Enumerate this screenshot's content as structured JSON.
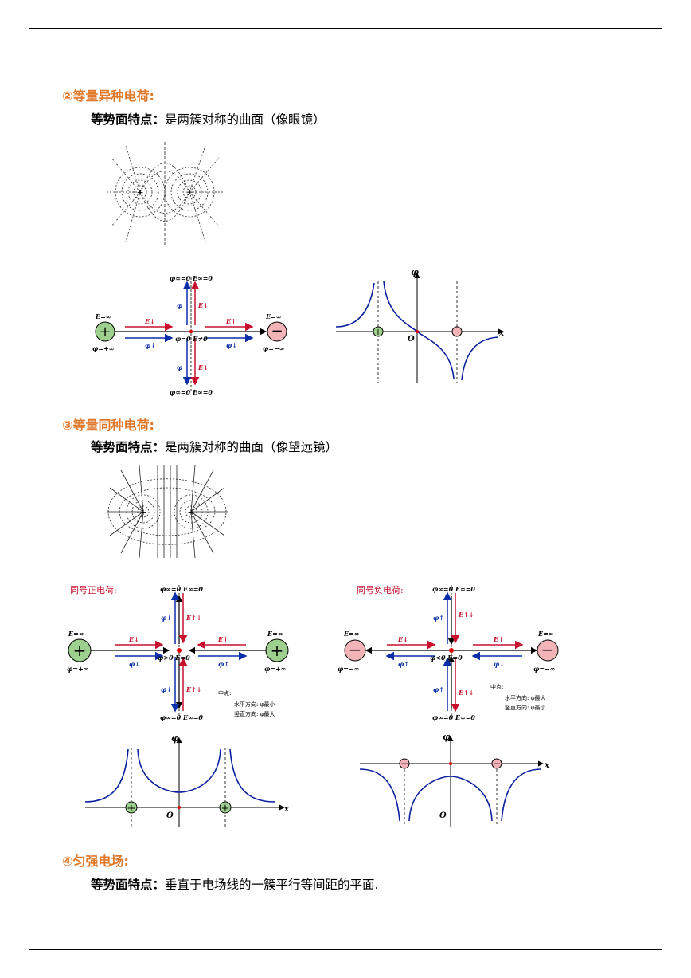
{
  "sections": [
    {
      "heading": "②等量异种电荷:",
      "label": "等势面特点：",
      "text": "是两簇对称的曲面（像眼镜）"
    },
    {
      "heading": "③等量同种电荷:",
      "label": "等势面特点：",
      "text": "是两簇对称的曲面（像望远镜）"
    },
    {
      "heading": "④匀强电场:",
      "label": "等势面特点：",
      "text": "垂直于电场线的一簇平行等间距的平面."
    }
  ],
  "labels": {
    "phi_inf_E_inf": "φ∞=0 E∞=0",
    "E_inf": "E=∞",
    "phi_plus_inf": "φ=+∞",
    "phi_minus_inf": "φ=−∞",
    "E_down": "E↓",
    "E_up": "E↑",
    "E_updown": "E↑↓",
    "phi_down": "φ↓",
    "phi_up": "φ↑",
    "phi_bar": "φ",
    "mid_opposite": "φ=0 E≠0",
    "mid_pos": "φ>0 E=0",
    "mid_neg": "φ<0 E=0",
    "axis_phi": "φ",
    "axis_x": "x",
    "origin": "O",
    "same_pos_title": "同号正电荷:",
    "same_neg_title": "同号负电荷:",
    "note_title": "中点:",
    "note_pos_h": "水平方向: φ最小",
    "note_pos_v": "竖直方向: φ最大",
    "note_neg_h": "水平方向: φ最大",
    "note_neg_v": "竖直方向: φ最小"
  },
  "colors": {
    "heading": "#e0782a",
    "red": "#c8102e",
    "blue": "#0a2ea8",
    "curve": "#0a1f9c",
    "pos_fill": "#9dcf8f",
    "neg_fill": "#f3b4b8",
    "accent": "#e00000"
  }
}
